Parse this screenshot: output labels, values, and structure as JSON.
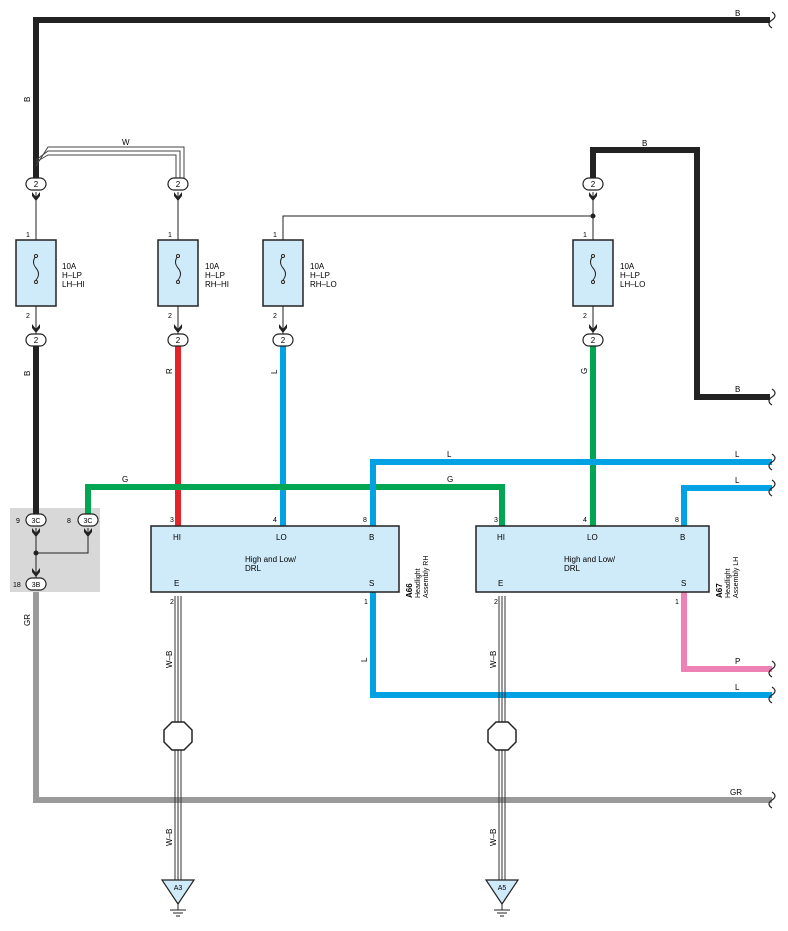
{
  "colors": {
    "black": "#222222",
    "red": "#e3242b",
    "blue": "#00a2e3",
    "green": "#00a651",
    "gray": "#9a9a9b",
    "pink": "#ee82b4",
    "fuse_fill": "#cfeaf8",
    "connector_fill": "#d8d8d8"
  },
  "wires": {
    "b_top": "B",
    "b_left_vertical": "B",
    "w_top": "W",
    "b_right_top": "B",
    "b_right_mid": "B",
    "b_left_lower": "B",
    "r": "R",
    "l_left": "L",
    "g_right": "G",
    "l_top": "L",
    "l_right": "L",
    "g_left": "G",
    "g_mid": "G",
    "l_lower": "L",
    "p_right": "P",
    "l_bottom": "L",
    "gr_vertical": "GR",
    "gr_bottom": "GR",
    "wb_a66_top": "W–B",
    "wb_a66_bottom": "W–B",
    "wb_a67_top": "W–B",
    "wb_a67_bottom": "W–B"
  },
  "connector_pins": {
    "top": [
      "2",
      "2",
      "2"
    ],
    "bottom": [
      "2",
      "2",
      "2",
      "2"
    ],
    "right_top": "2"
  },
  "fuses": [
    {
      "pin_top": "1",
      "pin_bottom": "2",
      "rating": "10A",
      "line1": "H–LP",
      "line2": "LH–HI"
    },
    {
      "pin_top": "1",
      "pin_bottom": "2",
      "rating": "10A",
      "line1": "H–LP",
      "line2": "RH–HI"
    },
    {
      "pin_top": "1",
      "pin_bottom": "2",
      "rating": "10A",
      "line1": "H–LP",
      "line2": "RH–LO"
    },
    {
      "pin_top": "1",
      "pin_bottom": "2",
      "rating": "10A",
      "line1": "H–LP",
      "line2": "LH–LO"
    }
  ],
  "junction": {
    "pin_9": "9",
    "conn_9": "3C",
    "pin_8": "8",
    "conn_8": "3C",
    "pin_18": "18",
    "conn_18": "3B"
  },
  "headlights": [
    {
      "code": "A66",
      "desc_line1": "Headlight",
      "desc_line2": "Assembly RH",
      "pin_hi": "3",
      "pin_lo": "4",
      "pin_b": "8",
      "pin_e": "2",
      "pin_s": "1",
      "term_hi": "HI",
      "term_lo": "LO",
      "term_b": "B",
      "term_e": "E",
      "term_s": "S",
      "body_line1": "High and Low/",
      "body_line2": "DRL"
    },
    {
      "code": "A67",
      "desc_line1": "Headlight",
      "desc_line2": "Assembly LH",
      "pin_hi": "3",
      "pin_lo": "4",
      "pin_b": "8",
      "pin_e": "2",
      "pin_s": "1",
      "term_hi": "HI",
      "term_lo": "LO",
      "term_b": "B",
      "term_e": "E",
      "term_s": "S",
      "body_line1": "High and Low/",
      "body_line2": "DRL"
    }
  ],
  "grounds": [
    "A3",
    "A5"
  ]
}
